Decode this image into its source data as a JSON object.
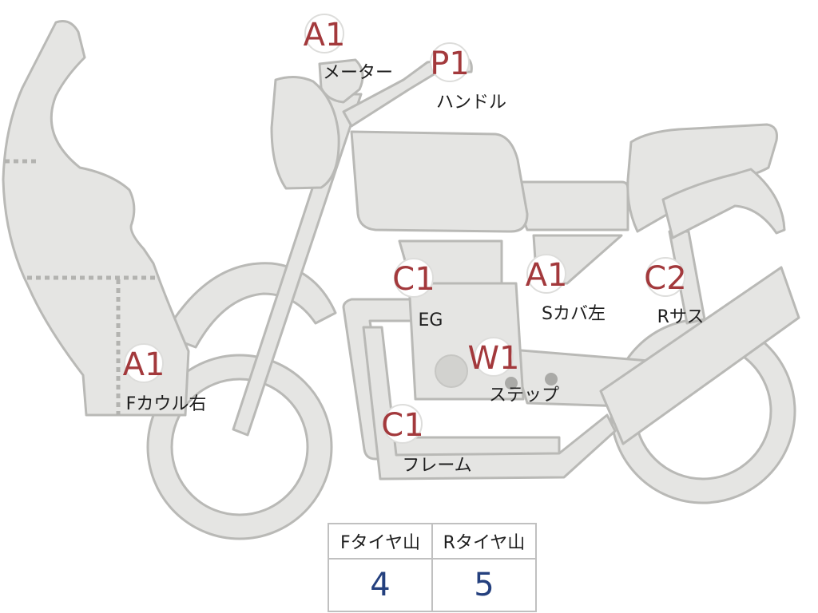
{
  "markers": [
    {
      "code": "A1",
      "label": "メーター"
    },
    {
      "code": "P1",
      "label": "ハンドル"
    },
    {
      "code": "C1",
      "label": "EG"
    },
    {
      "code": "A1",
      "label": "Sカバ左"
    },
    {
      "code": "C2",
      "label": "Rサス"
    },
    {
      "code": "W1",
      "label": "ステップ"
    },
    {
      "code": "C1",
      "label": "フレーム"
    },
    {
      "code": "A1",
      "label": "Fカウル右"
    }
  ],
  "tire_tread": {
    "headers": [
      "Fタイヤ山",
      "Rタイヤ山"
    ],
    "values": [
      "4",
      "5"
    ]
  },
  "colors": {
    "badge_code": "#a3393c",
    "tread_value": "#24407e",
    "part_fill": "#e5e5e3",
    "part_outline": "#b9b9b6"
  }
}
